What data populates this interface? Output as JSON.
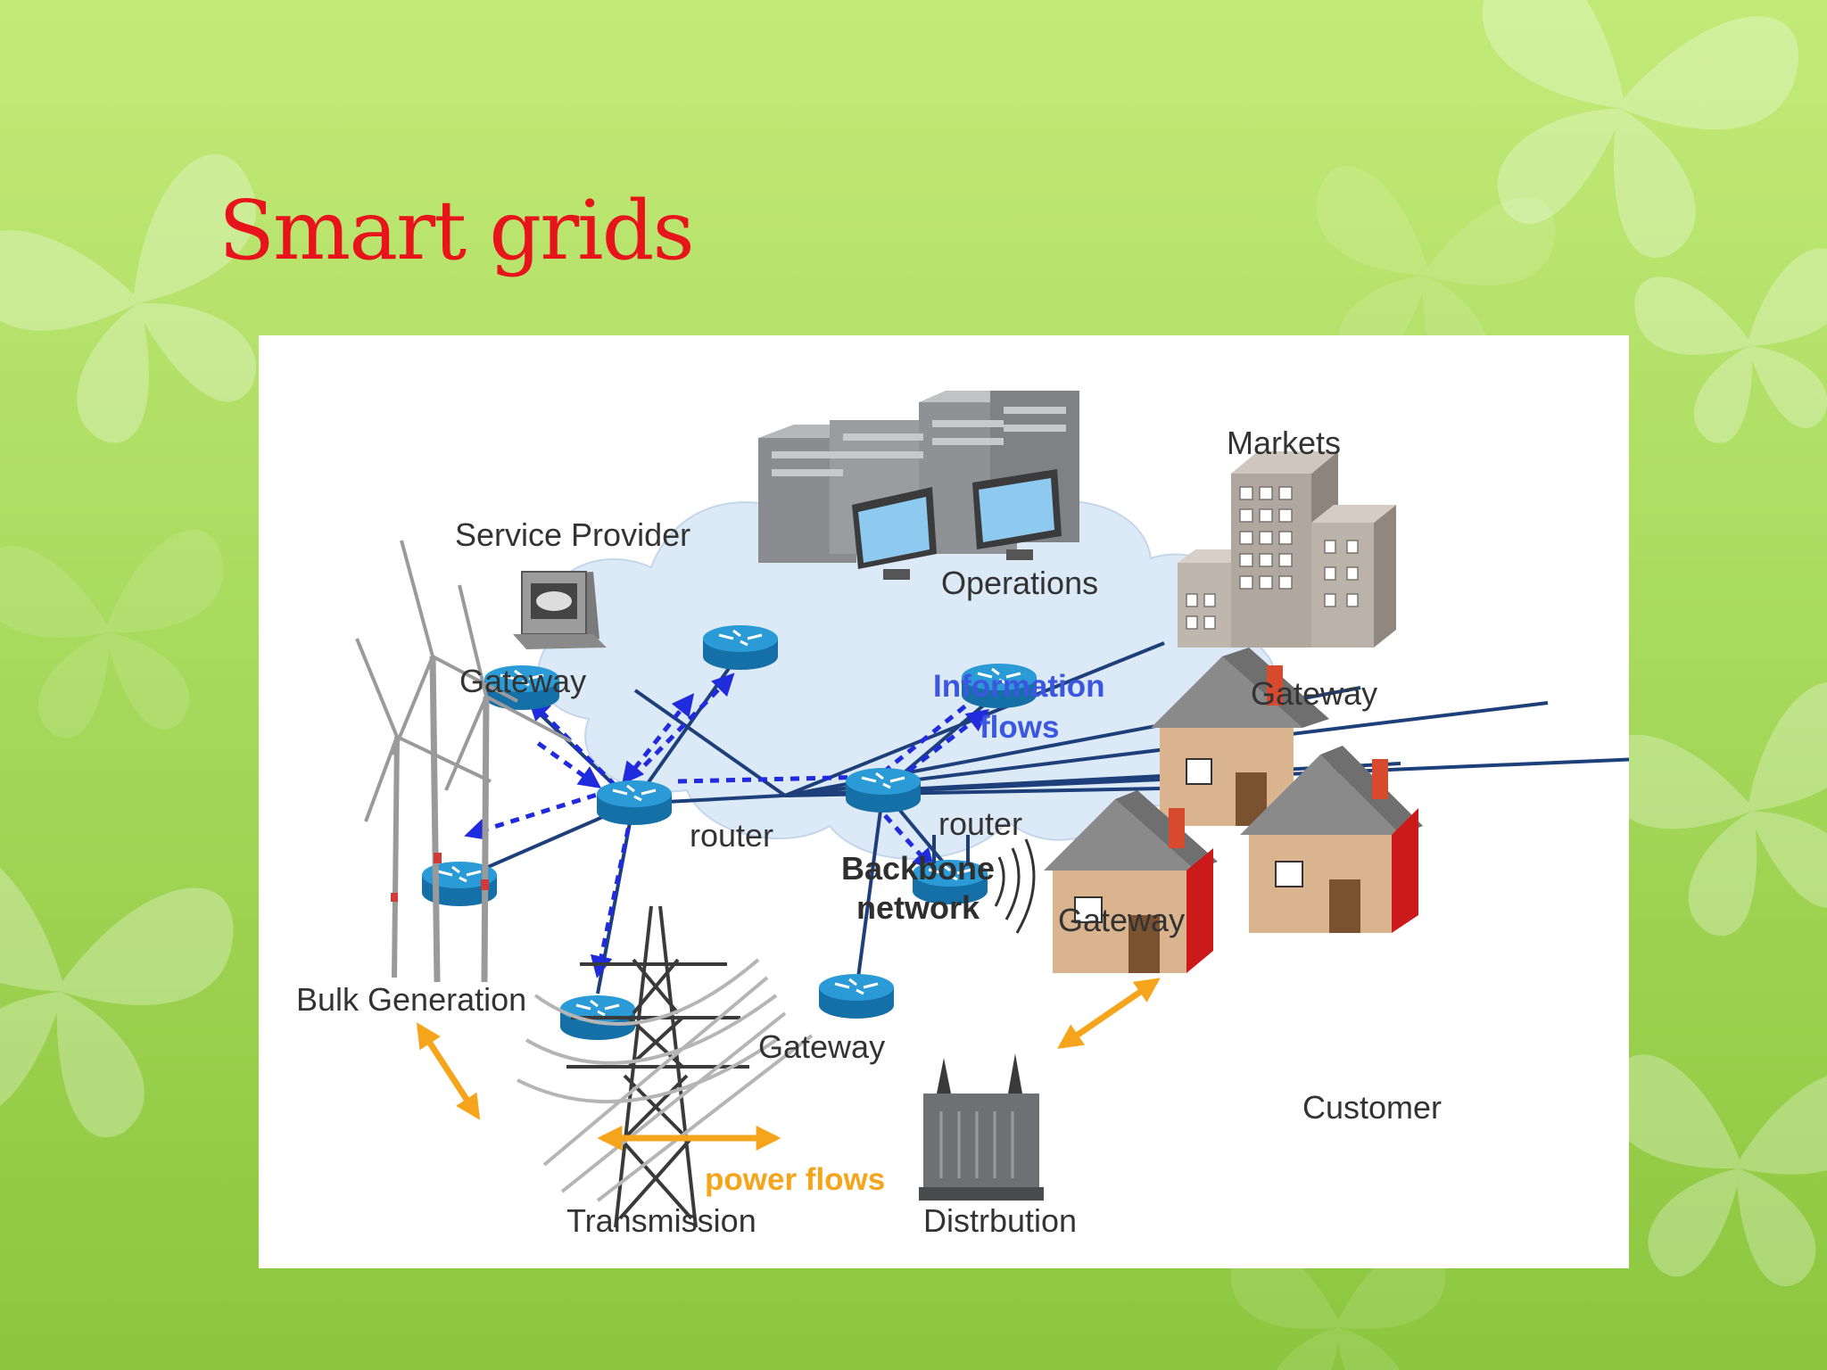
{
  "slide": {
    "title": "Smart grids"
  },
  "diagram": {
    "labels": {
      "service_provider": "Service Provider",
      "operations": "Operations",
      "markets": "Markets",
      "gateway_service": "Gateway",
      "gateway_markets": "Gateway",
      "gateway_customer": "Gateway",
      "gateway_transmission": "Gateway",
      "information_flows_line1": "Information",
      "information_flows_line2": "flows",
      "router_left": "router",
      "router_right": "router",
      "backbone_line1": "Backbone",
      "backbone_line2": "network",
      "bulk_generation": "Bulk Generation",
      "customer": "Customer",
      "power_flows": "power flows",
      "transmission": "Transmission",
      "distribution": "Distrbution"
    },
    "colors": {
      "title": "#e8141c",
      "information_flow": "#1f2bdc",
      "power_flow": "#f5a51c",
      "router": "#1f8fc8",
      "cloud": "#dce9f7",
      "link": "#1d3f7a"
    },
    "icons": [
      "router-icon",
      "computer-terminal-icon",
      "server-rack-icon",
      "monitor-icon",
      "office-building-icon",
      "house-icon",
      "wind-turbine-icon",
      "transmission-tower-icon",
      "transformer-icon",
      "wireless-signal-icon"
    ]
  }
}
